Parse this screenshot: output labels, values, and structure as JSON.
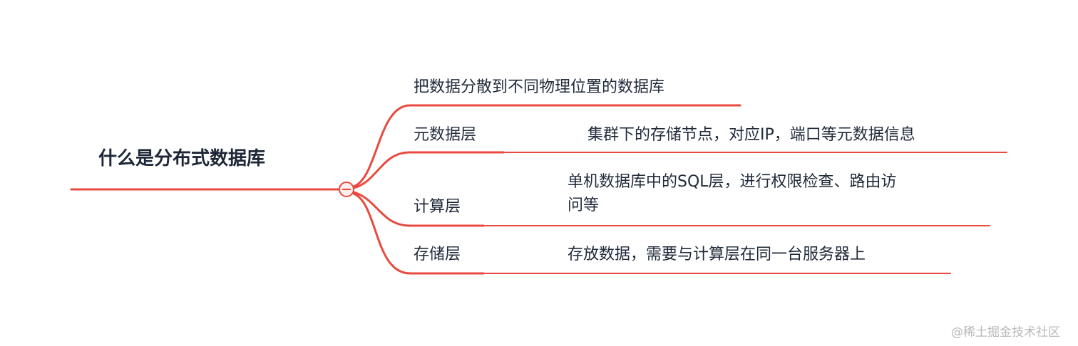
{
  "colors": {
    "line": "#e84a3f",
    "text": "#1f2a3a",
    "watermark": "#b8b8b8"
  },
  "root": {
    "label": "什么是分布式数据库"
  },
  "branches": [
    {
      "label": "把数据分散到不同物理位置的数据库"
    },
    {
      "label": "元数据层",
      "child": "集群下的存储节点，对应IP，端口等元数据信息"
    },
    {
      "label": "计算层",
      "child_line1": "单机数据库中的SQL层，进行权限检查、路由访",
      "child_line2": "问等"
    },
    {
      "label": "存储层",
      "child": "存放数据，需要与计算层在同一台服务器上"
    }
  ],
  "collapse_icon": "minus-circle-icon",
  "watermark": "@稀土掘金技术社区"
}
